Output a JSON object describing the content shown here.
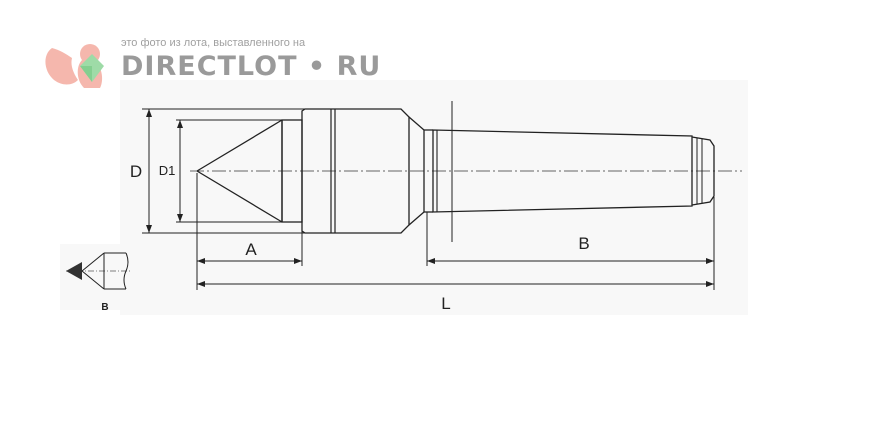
{
  "watermark": {
    "caption": "это фото из лота, выставленного на",
    "brand": "DIRECTLOT • RU"
  },
  "labels": {
    "D": "D",
    "D1": "D1",
    "A": "A",
    "B": "B",
    "L": "L",
    "inset": "B"
  }
}
